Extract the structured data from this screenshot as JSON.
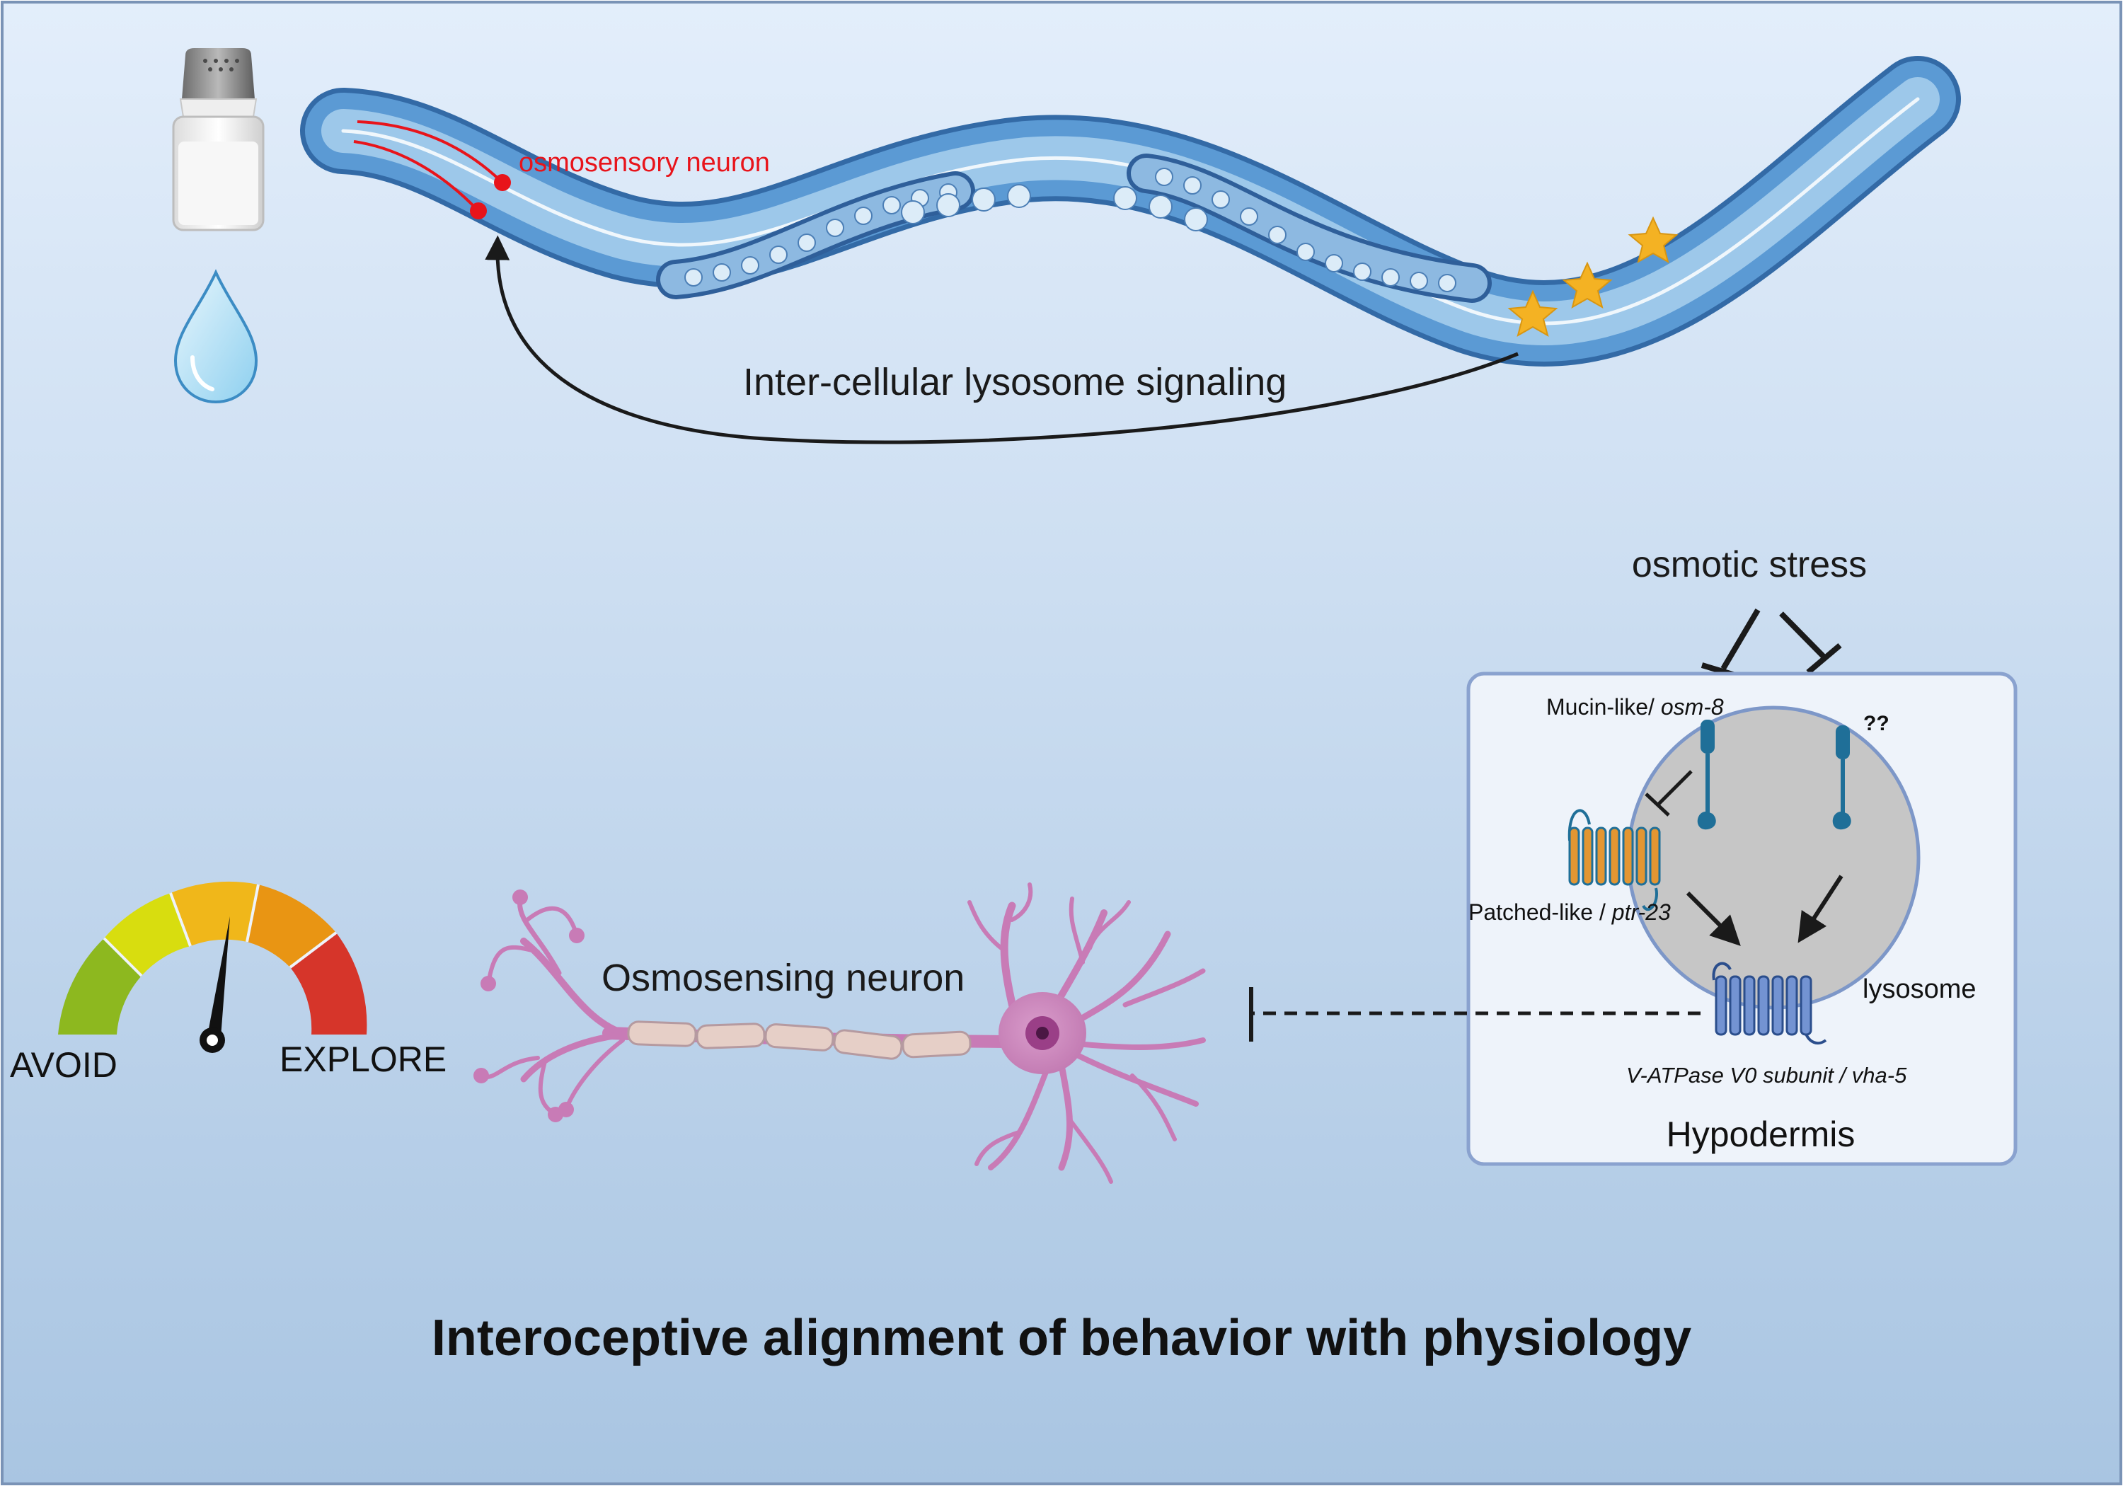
{
  "labels": {
    "osmosensory_neuron": "osmosensory neuron",
    "signaling": "Inter-cellular lysosome signaling",
    "osmotic_stress": "osmotic stress",
    "mucin_prefix": "Mucin-like/ ",
    "mucin_gene": "osm-8",
    "unknown": "??",
    "patched_prefix": "Patched-like  / ",
    "patched_gene": "ptr-23",
    "lysosome": "lysosome",
    "vatpase_text": "V-ATPase V0 subunit /  ",
    "vatpase_gene": "vha-5",
    "hypodermis": "Hypodermis",
    "neuron": "Osmosensing neuron",
    "avoid": "AVOID",
    "explore": "EXPLORE",
    "title": "Interoceptive alignment of behavior with physiology"
  },
  "icons": [
    "salt-shaker-icon",
    "water-drop-icon",
    "gauge-icon",
    "star-icon"
  ],
  "gauge": {
    "needle_level": 0.6
  },
  "colors": {
    "bg_top": "#e3eefb",
    "bg_bottom": "#a9c5e2",
    "neuron_red": "#e8141b",
    "worm_outer": "#4b8cc8",
    "neuron_pink": "#c87bb6",
    "star": "#f4b223",
    "gauge": [
      "#8db81f",
      "#d8dd0f",
      "#f0b71a",
      "#e99513",
      "#d6352a"
    ],
    "patched": "#e39632",
    "vatpase": "#7393d2",
    "mucin": "#1f6f98"
  }
}
